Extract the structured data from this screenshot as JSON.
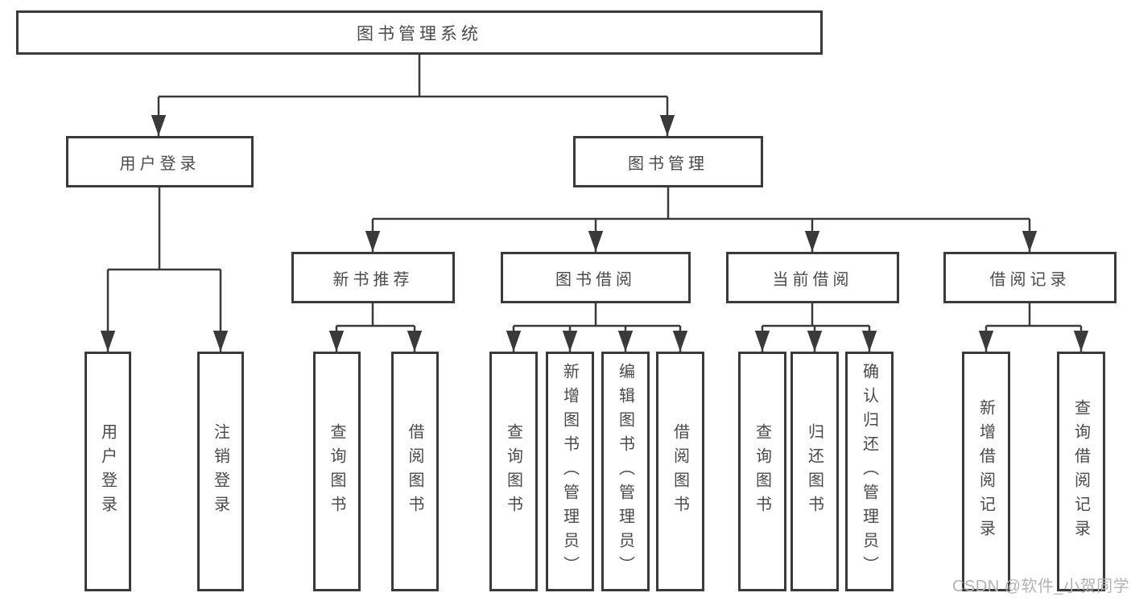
{
  "tree": {
    "label": "图书管理系统",
    "children": [
      {
        "label": "用户登录",
        "children": [
          {
            "label": "用户登录"
          },
          {
            "label": "注销登录"
          }
        ]
      },
      {
        "label": "图书管理",
        "children": [
          {
            "label": "新书推荐",
            "children": [
              {
                "label": "查询图书"
              },
              {
                "label": "借阅图书"
              }
            ]
          },
          {
            "label": "图书借阅",
            "children": [
              {
                "label": "查询图书"
              },
              {
                "label": "新增图书（管理员）"
              },
              {
                "label": "编辑图书（管理员）"
              },
              {
                "label": "借阅图书"
              }
            ]
          },
          {
            "label": "当前借阅",
            "children": [
              {
                "label": "查询图书"
              },
              {
                "label": "归还图书"
              },
              {
                "label": "确认归还（管理员）"
              }
            ]
          },
          {
            "label": "借阅记录",
            "children": [
              {
                "label": "新增借阅记录"
              },
              {
                "label": "查询借阅记录"
              }
            ]
          }
        ]
      }
    ]
  },
  "watermark": "CSDN @软件_小贺同学",
  "colors": {
    "line": "#3a3a3a",
    "text": "#4a4a4a",
    "box_background": "#ffffff",
    "page_background": "#ffffff",
    "watermark": "#b3b3b3"
  }
}
